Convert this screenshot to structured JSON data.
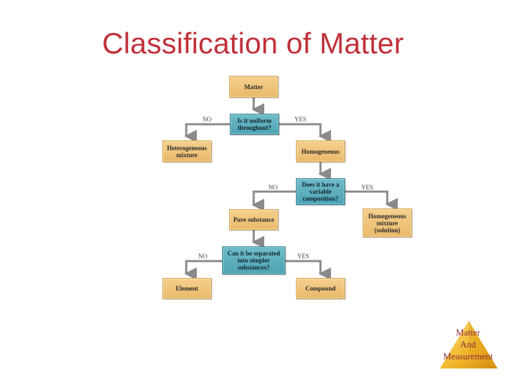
{
  "slide": {
    "title": "Classification of Matter",
    "title_color": "#c0313a"
  },
  "diagram": {
    "nodes": {
      "matter": "Matter",
      "q_uniform": "Is it uniform\nthroughout?",
      "heterogeneous": "Heterogeneous\nmixture",
      "homogeneous": "Homogeneous",
      "q_variable": "Does it have a\nvariable\ncomposition?",
      "pure_substance": "Pure substance",
      "homogeneous_mixture": "Homogeneous\nmixture\n(solution)",
      "q_separate": "Can it be separated\ninto simpler\nsubstances?",
      "element": "Element",
      "compound": "Compound"
    },
    "edge_labels": {
      "uniform_no": "NO",
      "uniform_yes": "YES",
      "variable_no": "NO",
      "variable_yes": "YES",
      "separate_no": "NO",
      "separate_yes": "YES"
    },
    "colors": {
      "result_box": "#efc57c",
      "question_box": "#5eb0bf",
      "connector": "#8a8a8a"
    }
  },
  "logo": {
    "line1": "Matter",
    "line2": "And",
    "line3": "Measurement"
  }
}
